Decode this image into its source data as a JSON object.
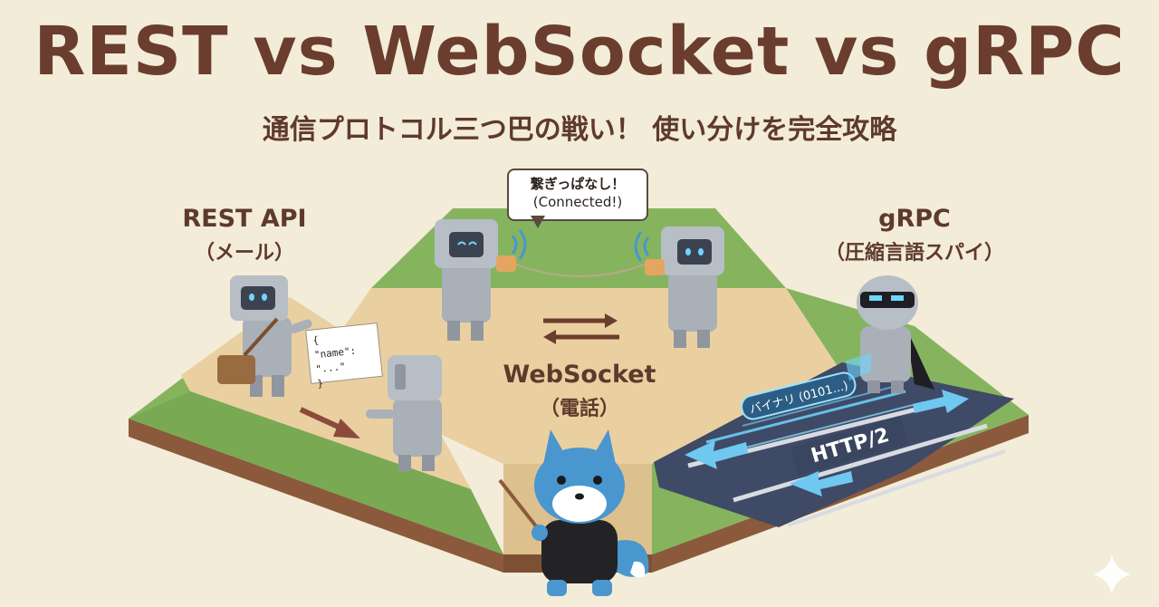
{
  "title": "REST vs WebSocket vs gRPC",
  "subtitle": "通信プロトコル三つ巴の戦い！ 使い分けを完全攻略",
  "rest": {
    "name": "REST API",
    "sub": "（メール）",
    "json_open": "{",
    "json_field": "\"name\": \"...\"",
    "json_close": "}"
  },
  "websocket": {
    "name": "WebSocket",
    "sub": "（電話）",
    "bubble_ja": "繋ぎっぱなし！",
    "bubble_en": "(Connected!)"
  },
  "grpc": {
    "name": "gRPC",
    "sub": "（圧縮言語スパイ）",
    "binary_label": "バイナリ (0101...)",
    "lane_label": "HTTP/2"
  },
  "colors": {
    "title": "#6a3d2e",
    "grass": "#86b45e",
    "sand": "#ead0a0",
    "soil": "#8b5a3c",
    "road": "#3f4a66",
    "robot": "#a9b0b8",
    "fox": "#4a96cf",
    "neon": "#6fd6ff"
  },
  "icons": [
    "robot-icon",
    "messenger-bag-icon",
    "tin-can-phone-icon",
    "ninja-robot-icon",
    "fox-mascot-icon",
    "sparkle-icon",
    "arrow-icon"
  ]
}
